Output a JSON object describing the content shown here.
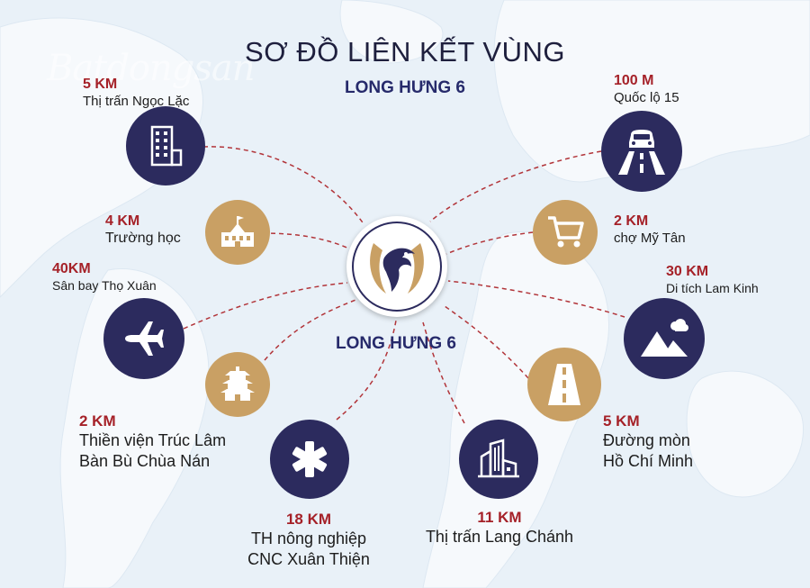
{
  "title": "SƠ ĐỒ LIÊN KẾT VÙNG",
  "subtitle": "LONG HƯNG 6",
  "center_label": "LONG HƯNG 6",
  "watermark": "Batdongsan",
  "colors": {
    "navy": "#2c2b5e",
    "gold": "#c9a064",
    "distance_red": "#a52128"
  },
  "destinations": [
    {
      "id": "ngoc-lac",
      "distance": "5 KM",
      "name": "Thị trấn Ngọc Lặc",
      "icon": "building-icon",
      "style": "navy"
    },
    {
      "id": "truong-hoc",
      "distance": "4 KM",
      "name": "Trường học",
      "icon": "school-icon",
      "style": "gold"
    },
    {
      "id": "san-bay",
      "distance": "40KM",
      "name": "Sân bay Thọ Xuân",
      "icon": "airplane-icon",
      "style": "navy"
    },
    {
      "id": "thien-vien",
      "distance": "2 KM",
      "name_lines": [
        "Thiền viện Trúc Lâm",
        "Bàn Bù Chùa Nán"
      ],
      "icon": "pagoda-icon",
      "style": "gold"
    },
    {
      "id": "nong-nghiep",
      "distance": "18 KM",
      "name_lines": [
        "TH nông nghiệp",
        "CNC Xuân Thiện"
      ],
      "icon": "medical-star-icon",
      "style": "navy"
    },
    {
      "id": "lang-chanh",
      "distance": "11 KM",
      "name": "Thị trấn Lang Chánh",
      "icon": "city-buildings-icon",
      "style": "navy"
    },
    {
      "id": "duong-mon",
      "distance": "5 KM",
      "name_lines": [
        "Đường mòn",
        "Hồ Chí Minh"
      ],
      "icon": "road-icon",
      "style": "gold"
    },
    {
      "id": "lam-kinh",
      "distance": "30 KM",
      "name": "Di tích Lam Kinh",
      "icon": "mountain-icon",
      "style": "navy"
    },
    {
      "id": "cho-my-tan",
      "distance": "2 KM",
      "name": "chợ Mỹ Tân",
      "icon": "shopping-cart-icon",
      "style": "gold"
    },
    {
      "id": "quoc-lo",
      "distance": "100 M",
      "name": "Quốc lộ 15",
      "icon": "highway-car-icon",
      "style": "navy"
    }
  ]
}
